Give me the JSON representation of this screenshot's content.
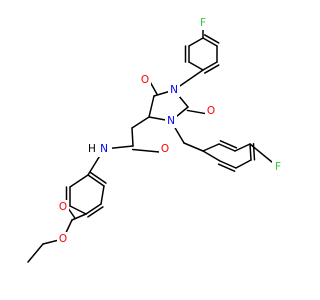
{
  "colors": {
    "bond": "#000000",
    "carbon": "#000000",
    "oxygen": "#ff0000",
    "nitrogen": "#0000ff",
    "fluorine": "#33cc33",
    "background": "#ffffff"
  },
  "atoms": {
    "f_top": "F",
    "f_right": "F",
    "n_imide": "N",
    "n_benzyl": "N",
    "o_ring_upper": "O",
    "o_ring_right": "O",
    "o_amide": "O",
    "nh_amide": "H",
    "o_ester_carbonyl": "O",
    "o_ester": "O"
  }
}
